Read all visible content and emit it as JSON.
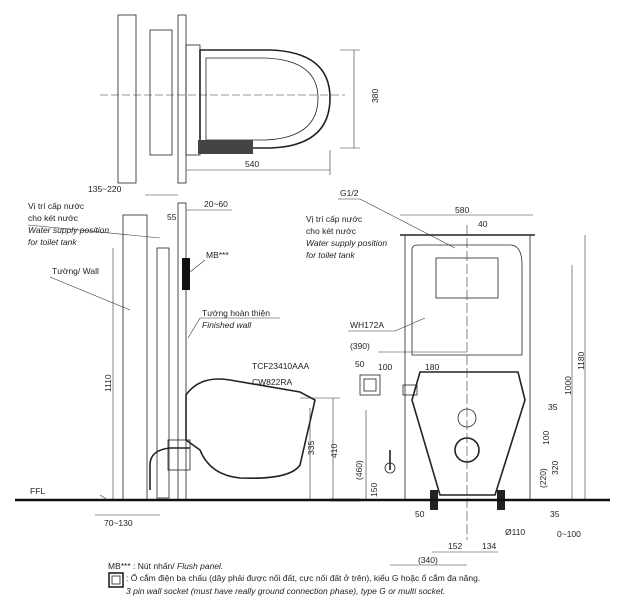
{
  "top_view": {
    "dim_depth": "380",
    "dim_length": "540"
  },
  "side_view": {
    "dim_wall_gap": "135~220",
    "dim_finish": "20~60",
    "dim_55": "55",
    "supply_vi_1": "Vị trí cấp nước",
    "supply_vi_2": "cho két nước",
    "supply_en_1": "Water supply position",
    "supply_en_2": "for toilet tank",
    "mb_label": "MB***",
    "wall_label": "Tường/ Wall",
    "finished_vi": "Tường hoàn thiện",
    "finished_en": "Finished wall",
    "dim_1110": "1110",
    "model_seat": "TCF23410AAA",
    "model_bowl": "CW822RA",
    "dim_335": "335",
    "dim_410": "410",
    "ffl": "FFL",
    "dim_70_130": "70~130"
  },
  "front_view": {
    "g12": "G1/2",
    "dim_580": "580",
    "dim_40": "40",
    "supply_vi_1": "Vị trí cấp nước",
    "supply_vi_2": "cho két nước",
    "supply_en_1": "Water supply position",
    "supply_en_2": "for toilet tank",
    "frame_model": "WH172A",
    "dim_390": "(390)",
    "dim_50_top": "50",
    "dim_100_top": "100",
    "dim_180": "180",
    "dim_1180": "1180",
    "dim_1000": "1000",
    "dim_35_top": "35",
    "dim_100": "100",
    "dim_320": "320",
    "dim_220": "(220)",
    "dim_460": "(460)",
    "dim_150": "150",
    "dim_50_bottom": "50",
    "dim_35_bottom": "35",
    "dim_110": "Ø110",
    "dim_0_100": "0~100",
    "dim_152": "152",
    "dim_134": "134",
    "dim_340": "(340)"
  },
  "legend": {
    "mb_key": "MB***",
    "mb_vi": " : Nút nhấn/ ",
    "mb_en": "Flush panel.",
    "socket_vi": ": Ổ cắm điện ba chấu (dây phải được nối đất, cực nối đất ở trên), kiểu G hoặc ổ cắm đa năng.",
    "socket_en": "3 pin wall socket (must have really ground connection phase), type G or multi socket."
  }
}
